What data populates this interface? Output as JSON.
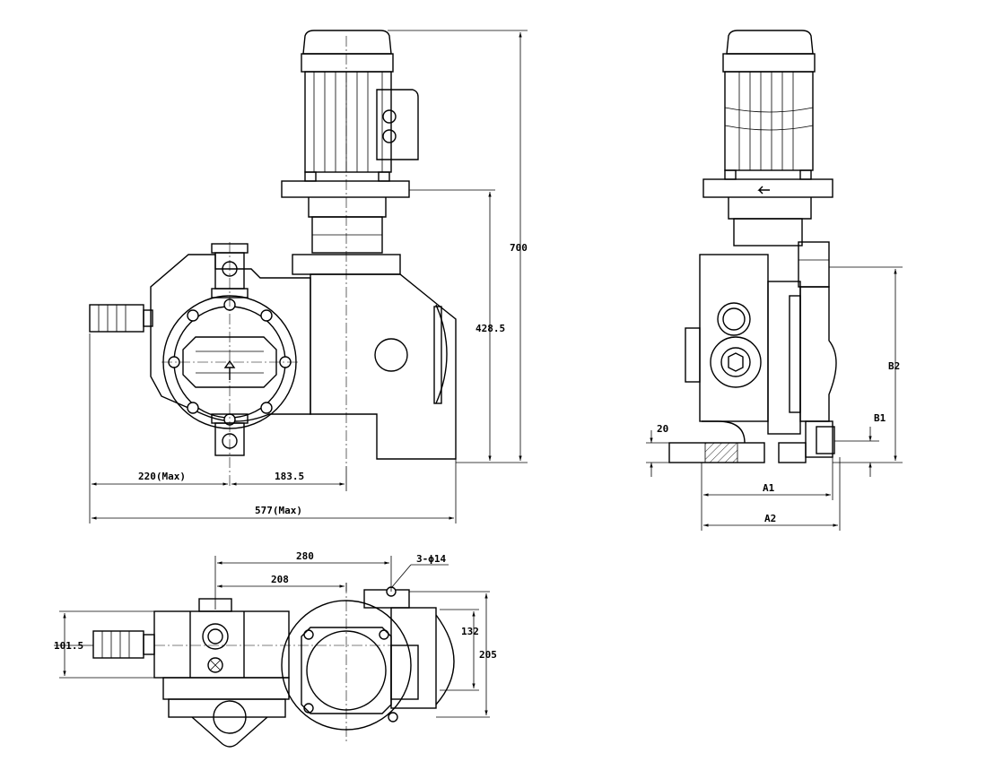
{
  "dimensions": {
    "front_height_total": "700",
    "front_flange_height": "428.5",
    "front_left_max": "220(Max)",
    "front_center_offset": "183.5",
    "front_width_total": "577(Max)",
    "side_base_height": "20",
    "side_a1": "A1",
    "side_a2": "A2",
    "side_b1": "B1",
    "side_b2": "B2",
    "top_280": "280",
    "top_208": "208",
    "top_holes": "3-ϕ14",
    "top_101_5": "101.5",
    "top_132": "132",
    "top_205": "205"
  }
}
